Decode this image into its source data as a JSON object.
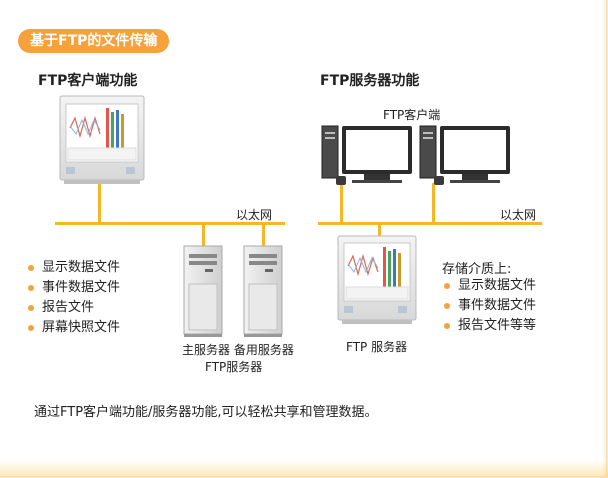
{
  "header": {
    "title": "基于FTP的文件传输"
  },
  "client": {
    "heading": "FTP客户端功能",
    "network_label": "以太网",
    "files": [
      "显示数据文件",
      "事件数据文件",
      "报告文件",
      "屏幕快照文件"
    ],
    "servers_label": "主服务器 备用服务器",
    "servers_caption": "FTP服务器"
  },
  "server": {
    "heading": "FTP服务器功能",
    "clients_label": "FTP客户端",
    "network_label": "以太网",
    "device_label": "FTP 服务器",
    "storage_title": "存储介质上:",
    "files": [
      "显示数据文件",
      "事件数据文件",
      "报告文件等等"
    ]
  },
  "footer": {
    "text": "通过FTP客户端功能/服务器功能,可以轻松共享和管理数据。"
  },
  "colors": {
    "accent": "#f6a13a",
    "network_line": "#f6b727"
  }
}
